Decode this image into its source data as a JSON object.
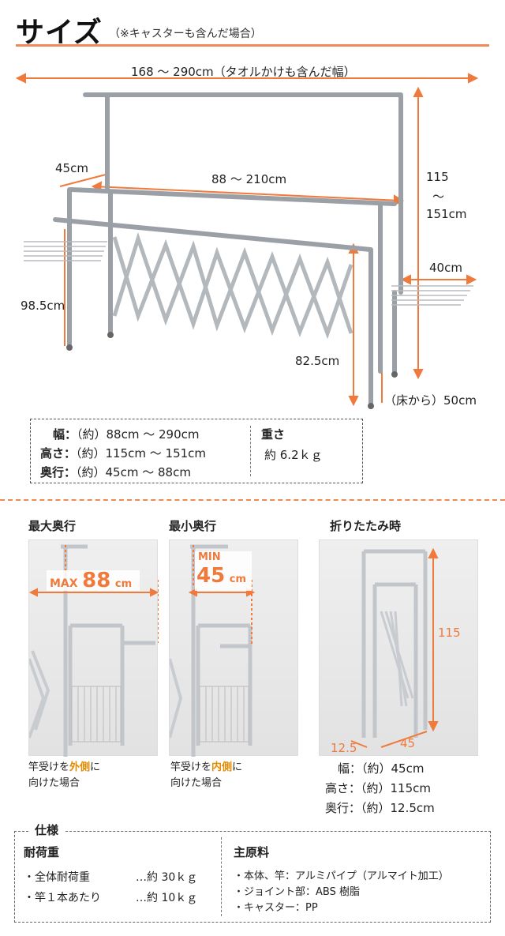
{
  "header": {
    "title": "サイズ",
    "subtitle": "（※キャスターも含んだ場合）"
  },
  "diagram": {
    "width_total": "168 〜 290cm（タオルかけも含んだ幅）",
    "depth_side": "45cm",
    "rail_width": "88 〜 210cm",
    "height_top_a": "115",
    "height_top_b": "〜",
    "height_top_c": "151cm",
    "towel_depth": "40cm",
    "left_height": "98.5cm",
    "front_height": "82.5cm",
    "floor_clearance": "（床から）50cm"
  },
  "summary": {
    "width_label": "幅：",
    "width_value": "（約）88cm 〜 290cm",
    "height_label": "高さ：",
    "height_value": "（約）115cm 〜 151cm",
    "depth_label": "奥行：",
    "depth_value": "（約）45cm 〜 88cm",
    "weight_label": "重さ",
    "weight_value": "約 6.2ｋｇ"
  },
  "photos": {
    "max": {
      "title": "最大奥行",
      "badge_prefix": "MAX",
      "badge_value": "88",
      "badge_unit": "cm",
      "caption_a": "竿受けを",
      "caption_hl": "外側",
      "caption_b": "に",
      "caption_c": "向けた場合"
    },
    "min": {
      "title": "最小奥行",
      "badge_prefix": "MIN",
      "badge_value": "45",
      "badge_unit": "cm",
      "caption_a": "竿受けを",
      "caption_hl": "内側",
      "caption_b": "に",
      "caption_c": "向けた場合"
    },
    "folded": {
      "title": "折りたたみ時",
      "height_mark": "115",
      "depth_mark": "12.5",
      "width_mark": "45",
      "width_label": "幅：",
      "width_value": "（約）45cm",
      "height_label": "高さ：",
      "height_value": "（約）115cm",
      "depth_label": "奥行：",
      "depth_value": "（約）12.5cm"
    }
  },
  "spec": {
    "label": "仕様",
    "load_title": "耐荷重",
    "load_items": [
      {
        "name": "・全体耐荷重",
        "value": "…約 30ｋｇ"
      },
      {
        "name": "・竿１本あたり",
        "value": "…約 10ｋｇ"
      }
    ],
    "material_title": "主原料",
    "material_items": [
      "・本体、竿：アルミパイプ（アルマイト加工）",
      "・ジョイント部：ABS 樹脂",
      "・キャスター：PP"
    ]
  },
  "colors": {
    "accent": "#f07a3c",
    "highlight": "#e58b00"
  }
}
